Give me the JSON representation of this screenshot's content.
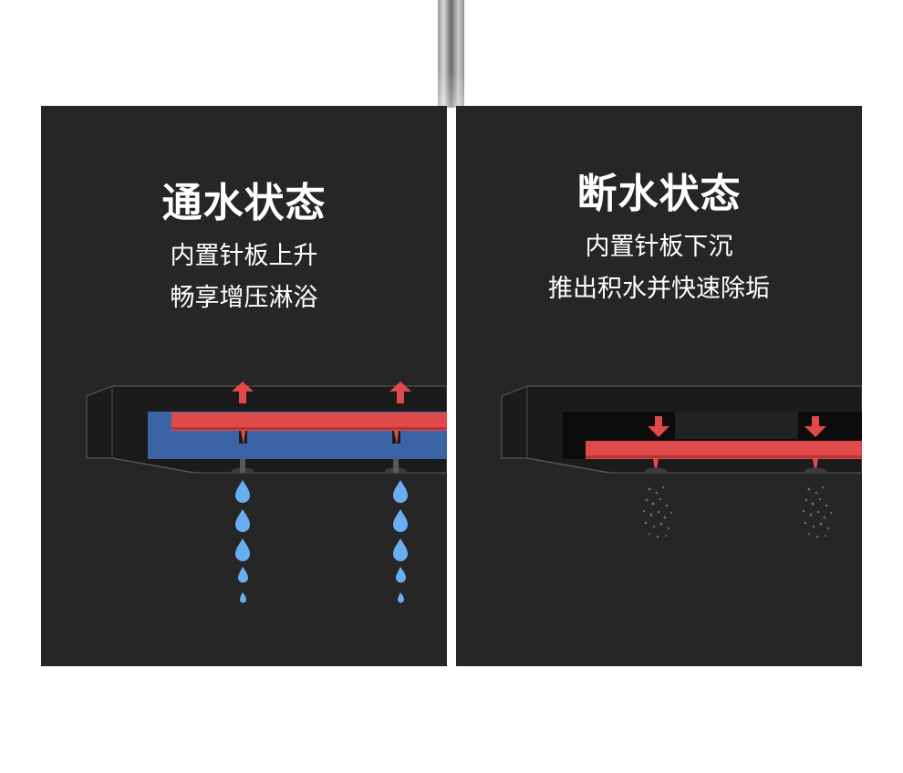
{
  "left_panel": {
    "title": "通水状态",
    "lines": [
      "内置针板上升",
      "畅享增压淋浴"
    ]
  },
  "right_panel": {
    "title": "断水状态",
    "lines": [
      "内置针板下沉",
      "推出积水并快速除垢"
    ]
  },
  "colors": {
    "panel_bg": "#262626",
    "pin_plate": "#e04a4a",
    "water_chamber": "#3a64a6",
    "water_drop": "#6aaef2",
    "arrow": "#e04a4a"
  }
}
